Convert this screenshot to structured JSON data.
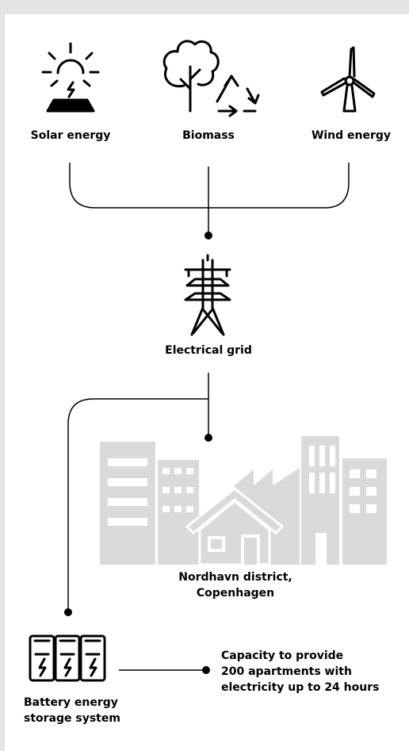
{
  "sources": {
    "solar_label": "Solar energy",
    "biomass_label": "Biomass",
    "wind_label": "Wind energy"
  },
  "grid": {
    "label": "Electrical grid"
  },
  "district": {
    "line1": "Nordhavn district,",
    "line2": "Copenhagen"
  },
  "battery": {
    "line1": "Battery energy",
    "line2": "storage system"
  },
  "capacity": {
    "line1": "Capacity to provide",
    "line2": "200 apartments with",
    "line3": "electricity up to 24 hours"
  },
  "colors": {
    "line": "#000000",
    "city_gray": "#dadada",
    "background": "#e4e4e4",
    "card": "#ffffff"
  },
  "icons": [
    "sun-icon",
    "tree-icon",
    "recycle-icon",
    "wind-turbine-icon",
    "power-pylon-icon",
    "city-buildings-icon",
    "battery-icon"
  ]
}
